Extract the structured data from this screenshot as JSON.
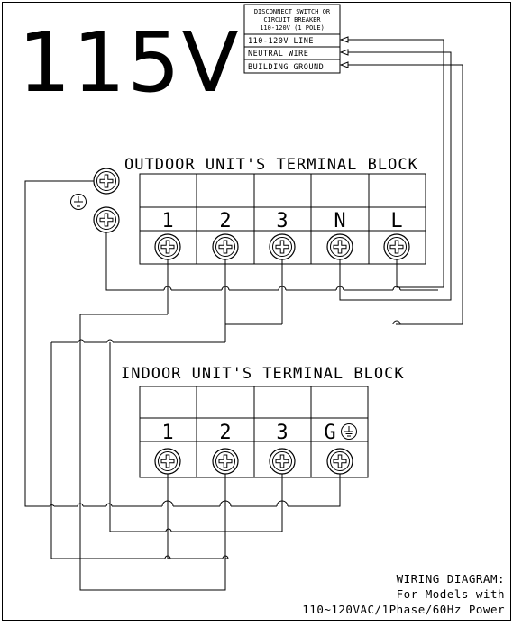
{
  "voltage_label": "115V",
  "disconnect": {
    "title_line1": "DISCONNECT SWITCH OR",
    "title_line2": "CIRCUIT BREAKER",
    "title_line3": "110-120V (1 POLE)",
    "rows": [
      "110-120V LINE",
      "NEUTRAL WIRE",
      "BUILDING GROUND"
    ]
  },
  "outdoor": {
    "title": "OUTDOOR UNIT'S TERMINAL BLOCK",
    "terminals": [
      "1",
      "2",
      "3",
      "N",
      "L"
    ]
  },
  "indoor": {
    "title": "INDOOR UNIT'S TERMINAL BLOCK",
    "terminals": [
      "1",
      "2",
      "3",
      "G"
    ]
  },
  "caption": {
    "line1": "WIRING DIAGRAM:",
    "line2": "For Models with",
    "line3": "110~120VAC/1Phase/60Hz Power"
  },
  "icons": {
    "terminal_screw": "screw-terminal-icon",
    "ground": "ground-symbol-icon",
    "arrow": "arrowhead-icon",
    "crossover": "wire-crossover-icon"
  }
}
